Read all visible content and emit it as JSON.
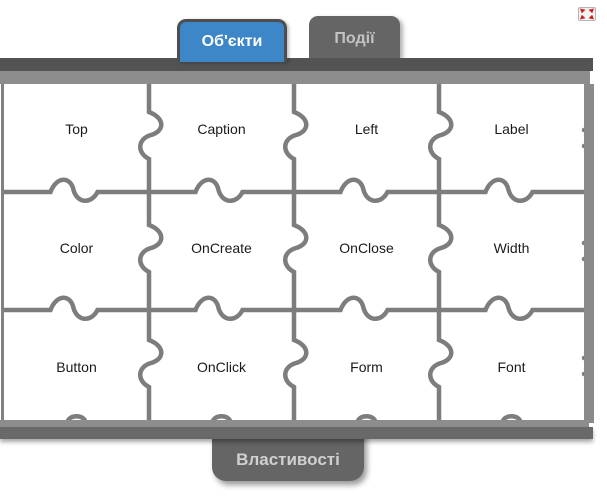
{
  "header": {
    "tabs": [
      {
        "label": "Об'єкти",
        "active": true
      },
      {
        "label": "Події",
        "active": false
      }
    ]
  },
  "footer": {
    "tab_label": "Властивості"
  },
  "puzzle": {
    "labels": [
      "Top",
      "Caption",
      "Left",
      "Label",
      "Color",
      "OnCreate",
      "OnClose",
      "Width",
      "Button",
      "OnClick",
      "Form",
      "Font"
    ]
  },
  "icons": {
    "fullscreen": "fullscreen-expand"
  },
  "colors": {
    "active_tab_blue": "#3d86c8",
    "inactive_tab_gray": "#656565",
    "bar_dark": "#535353",
    "bar_light": "#8d8d8d",
    "puzzle_line_gray": "#7d7d7d",
    "fullscreen_arrow_red": "#cc2020",
    "label_text": "#1a1a1a",
    "inactive_tab_text": "#c3c3c3"
  }
}
